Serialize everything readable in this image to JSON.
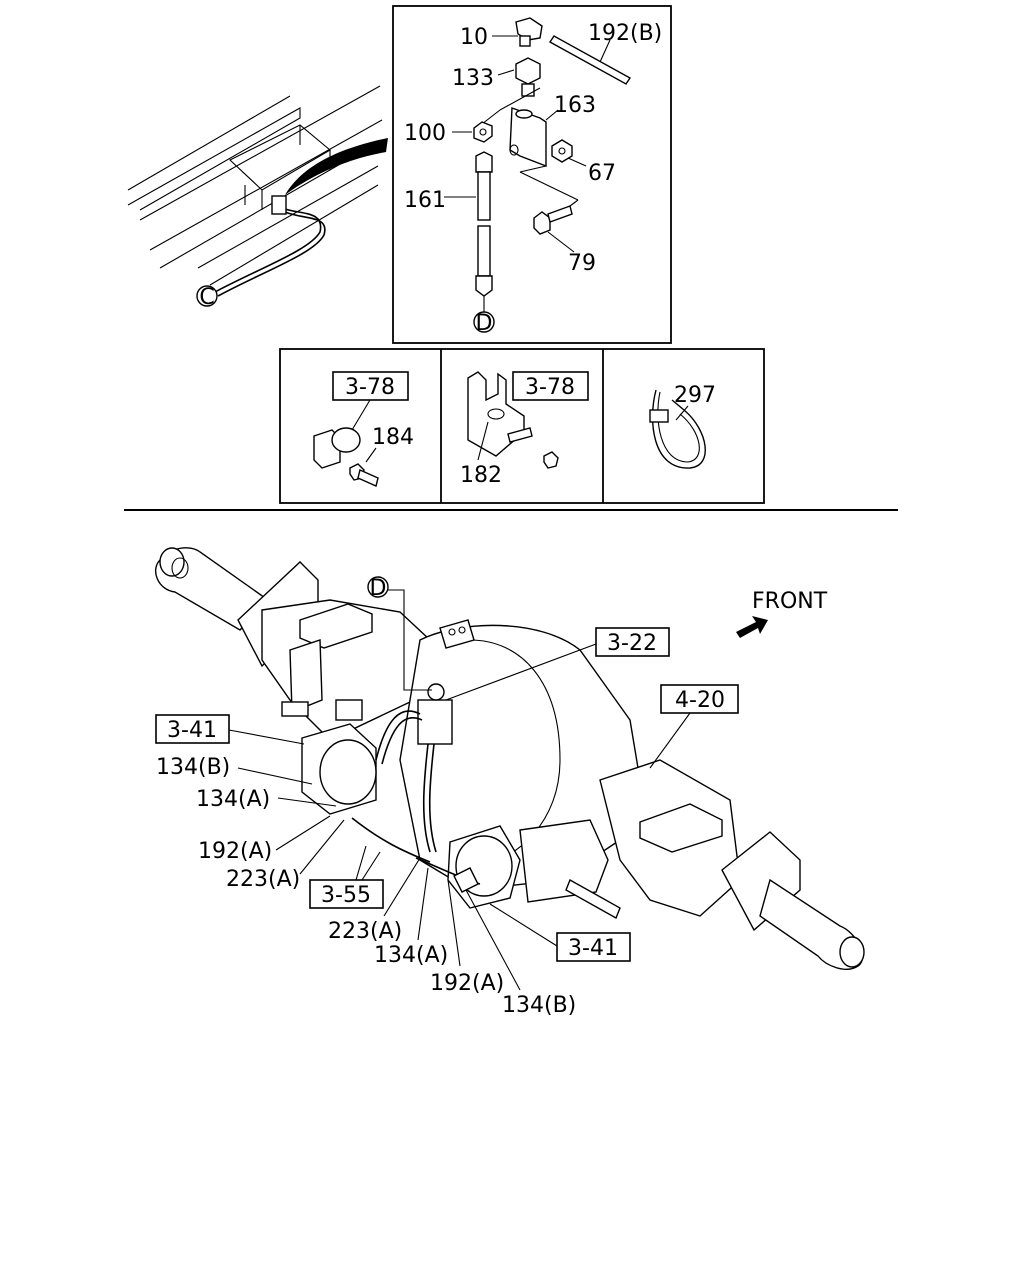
{
  "top_detail": {
    "labels": {
      "p10": "10",
      "p192b": "192(B)",
      "p133": "133",
      "p163": "163",
      "p100": "100",
      "p67": "67",
      "p161": "161",
      "p79": "79",
      "circle_d": "D",
      "circle_c": "C"
    }
  },
  "variant_boxes": {
    "box1": {
      "ref": "3-78",
      "part": "184"
    },
    "box2": {
      "ref": "3-78",
      "part": "182"
    },
    "box3": {
      "part": "297"
    }
  },
  "axle_view": {
    "front_label": "FRONT",
    "circle_d": "D",
    "refs": {
      "r322": "3-22",
      "r420": "4-20",
      "r341_left": "3-41",
      "r355": "3-55",
      "r341_right": "3-41"
    },
    "labels": {
      "l134b_left": "134(B)",
      "l134a_left": "134(A)",
      "l192a_left": "192(A)",
      "l223a_left": "223(A)",
      "l223a_bottom": "223(A)",
      "l134a_bottom": "134(A)",
      "l192a_bottom": "192(A)",
      "l134b_bottom": "134(B)"
    }
  }
}
